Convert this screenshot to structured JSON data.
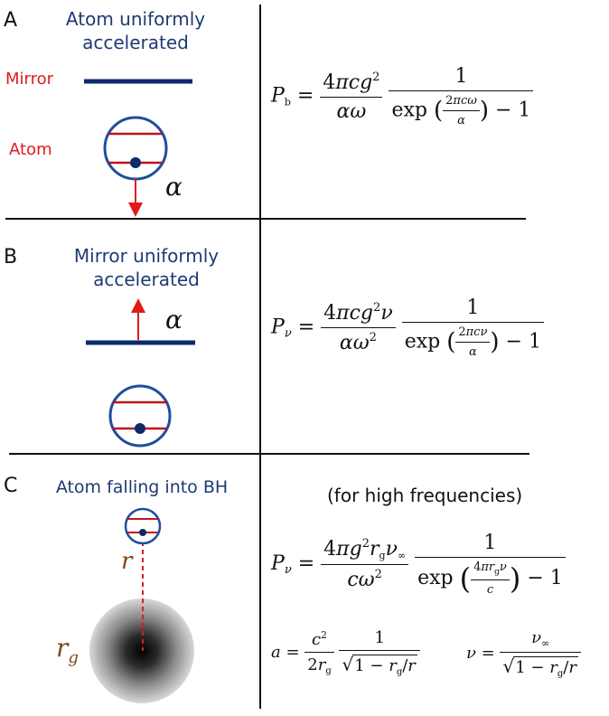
{
  "panels": {
    "a": {
      "letter": "A",
      "title_line1": "Atom uniformly",
      "title_line2": "accelerated",
      "mirror_label": "Mirror",
      "atom_label": "Atom",
      "accel_symbol": "α"
    },
    "b": {
      "letter": "B",
      "title_line1": "Mirror uniformly",
      "title_line2": "accelerated",
      "accel_symbol": "α"
    },
    "c": {
      "letter": "C",
      "title": "Atom falling into BH",
      "r_label": "r",
      "rg_label": "r",
      "rg_sub": "g",
      "note": "(for high frequencies)"
    }
  },
  "colors": {
    "navy": "#0d2a6b",
    "red": "#e01b1b",
    "title_blue": "#1f3a73"
  }
}
